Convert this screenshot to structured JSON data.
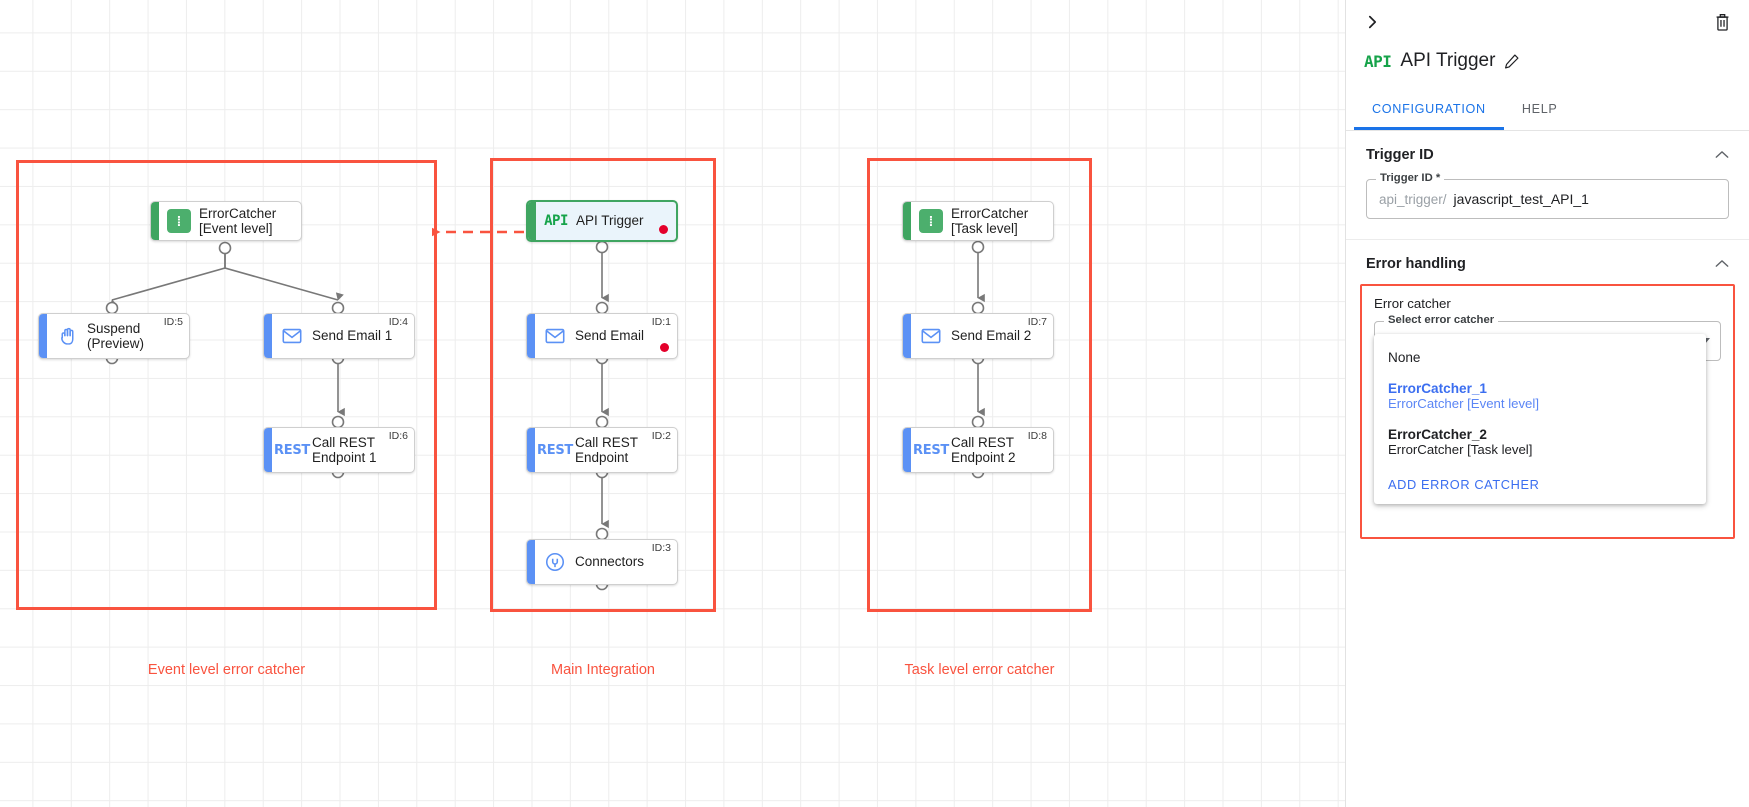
{
  "canvas": {
    "groups": [
      {
        "name": "event-level-group",
        "label": "Event level error catcher"
      },
      {
        "name": "main-integration-group",
        "label": "Main Integration"
      },
      {
        "name": "task-level-group",
        "label": "Task level error catcher"
      }
    ],
    "nodes": [
      {
        "key": "ec1",
        "label": "ErrorCatcher\n[Event level]",
        "icon": "error-catcher-icon",
        "id": "",
        "accent": "green",
        "selected": false,
        "error": false
      },
      {
        "key": "suspend",
        "label": "Suspend\n(Preview)",
        "icon": "suspend-hand-icon",
        "id": "ID:5",
        "accent": "blue",
        "selected": false,
        "error": false
      },
      {
        "key": "email4",
        "label": "Send Email 1",
        "icon": "envelope-icon",
        "id": "ID:4",
        "accent": "blue",
        "selected": false,
        "error": false
      },
      {
        "key": "rest6",
        "label": "Call REST\nEndpoint 1",
        "icon": "rest-icon",
        "id": "ID:6",
        "accent": "blue",
        "selected": false,
        "error": false
      },
      {
        "key": "apitrig",
        "label": "API Trigger",
        "icon": "api-icon",
        "id": "",
        "accent": "green",
        "selected": true,
        "error": true
      },
      {
        "key": "email1",
        "label": "Send Email",
        "icon": "envelope-icon",
        "id": "ID:1",
        "accent": "blue",
        "selected": false,
        "error": true
      },
      {
        "key": "rest2",
        "label": "Call REST\nEndpoint",
        "icon": "rest-icon",
        "id": "ID:2",
        "accent": "blue",
        "selected": false,
        "error": false
      },
      {
        "key": "conn3",
        "label": "Connectors",
        "icon": "connectors-icon",
        "id": "ID:3",
        "accent": "blue",
        "selected": false,
        "error": false
      },
      {
        "key": "ec2",
        "label": "ErrorCatcher\n[Task level]",
        "icon": "error-catcher-icon",
        "id": "",
        "accent": "green",
        "selected": false,
        "error": false
      },
      {
        "key": "email7",
        "label": "Send Email 2",
        "icon": "envelope-icon",
        "id": "ID:7",
        "accent": "blue",
        "selected": false,
        "error": false
      },
      {
        "key": "rest8",
        "label": "Call REST\nEndpoint 2",
        "icon": "rest-icon",
        "id": "ID:8",
        "accent": "blue",
        "selected": false,
        "error": false
      }
    ]
  },
  "panel": {
    "collapse_icon": "chevron-right-icon",
    "delete_icon": "trash-icon",
    "node_icon": "api-icon",
    "title": "API Trigger",
    "edit_icon": "pencil-icon",
    "tabs": [
      {
        "label": "CONFIGURATION",
        "active": true
      },
      {
        "label": "HELP",
        "active": false
      }
    ],
    "trigger_id_section": {
      "title": "Trigger ID",
      "chevron": "chevron-up-icon",
      "field_legend": "Trigger ID *",
      "prefix": "api_trigger/",
      "value": "javascript_test_API_1"
    },
    "error_handling_section": {
      "title": "Error handling",
      "chevron": "chevron-up-icon",
      "error_catcher_label": "Error catcher",
      "select_legend": "Select error catcher",
      "selected_value": "ErrorCatcher_1",
      "dropdown": {
        "options": [
          {
            "main": "None",
            "sub": "",
            "selected": false,
            "bold": false
          },
          {
            "main": "ErrorCatcher_1",
            "sub": "ErrorCatcher [Event level]",
            "selected": true,
            "bold": true
          },
          {
            "main": "ErrorCatcher_2",
            "sub": "ErrorCatcher [Task level]",
            "selected": false,
            "bold": true
          }
        ],
        "add_label": "ADD ERROR CATCHER"
      }
    }
  },
  "colors": {
    "accent_blue": "#1a73e8",
    "group_red": "#f9533f",
    "node_blue": "#5b91f5",
    "node_green": "#3fa561",
    "error_dot": "#e4002b"
  }
}
